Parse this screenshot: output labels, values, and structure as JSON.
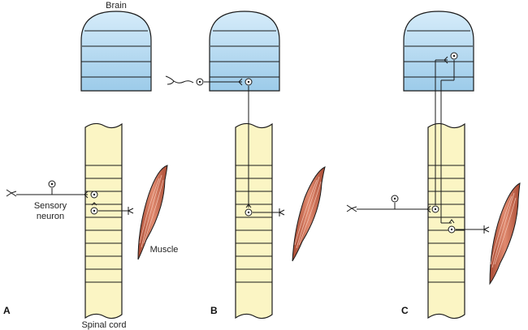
{
  "labels": {
    "brain": "Brain",
    "sensory_neuron_line1": "Sensory",
    "sensory_neuron_line2": "neuron",
    "muscle": "Muscle",
    "spinal_cord": "Spinal cord"
  },
  "panels": [
    {
      "id": "A",
      "label": "A"
    },
    {
      "id": "B",
      "label": "B"
    },
    {
      "id": "C",
      "label": "C"
    }
  ],
  "colors": {
    "brain_fill": "#b9dcf2",
    "cord_fill": "#fbf5c4",
    "muscle_fill": "#c8644a",
    "outline": "#1a1a1a"
  }
}
